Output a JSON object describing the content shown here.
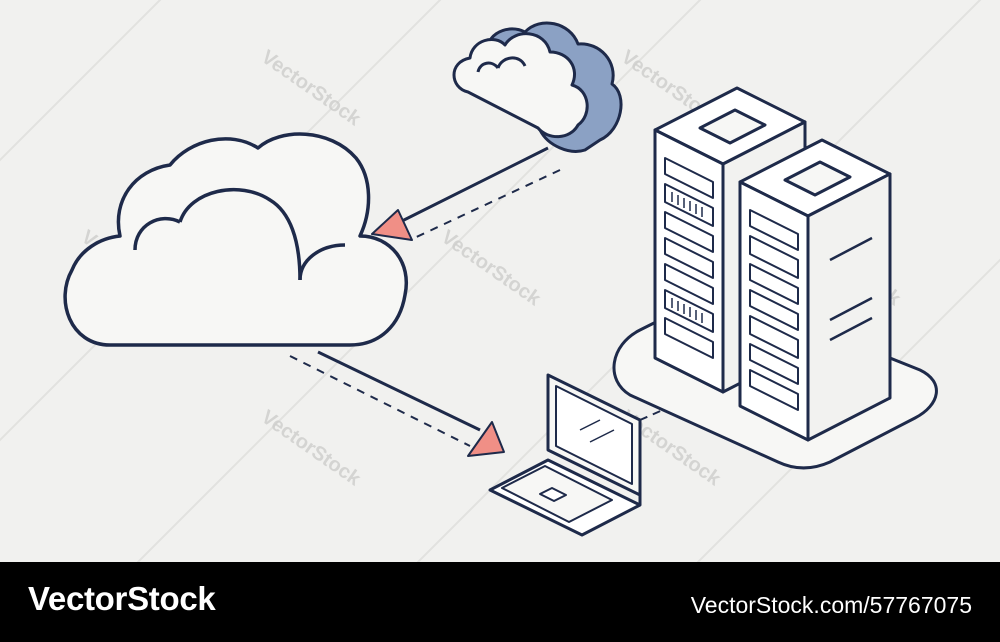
{
  "watermark": {
    "text": "VectorStock"
  },
  "footer": {
    "brand": "VectorStock",
    "stock_id": "VectorStock.com/57767075"
  },
  "colors": {
    "background": "#f1f1ef",
    "outline": "#1e2a4a",
    "cloud_fill_small": "#8ba1c4",
    "arrow_head": "#f08f86",
    "footer_bg": "#000000"
  }
}
